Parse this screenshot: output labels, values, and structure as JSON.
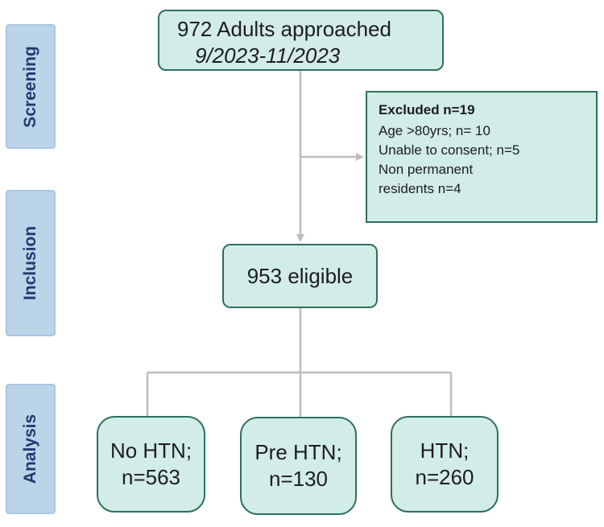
{
  "stages": {
    "screening": "Screening",
    "inclusion": "Inclusion",
    "analysis": "Analysis"
  },
  "approached": {
    "line1": "972 Adults approached",
    "line2": "9/2023-11/2023"
  },
  "excluded": {
    "title": "Excluded n=19",
    "reasons": [
      "Age >80yrs; n= 10",
      "Unable to  consent; n=5",
      "Non permanent",
      "residents n=4"
    ]
  },
  "eligible": "953 eligible",
  "outcomes": {
    "no_htn": {
      "label": "No HTN;",
      "count": "n=563"
    },
    "pre_htn": {
      "label": "Pre HTN;",
      "count": "n=130"
    },
    "htn": {
      "label": "HTN;",
      "count": "n=260"
    }
  },
  "colors": {
    "node_fill": "#d2ece8",
    "node_border": "#2e6f5e",
    "stage_fill": "#bcd4e8",
    "stage_text": "#1f3b73",
    "connector": "#bdbdbd"
  }
}
